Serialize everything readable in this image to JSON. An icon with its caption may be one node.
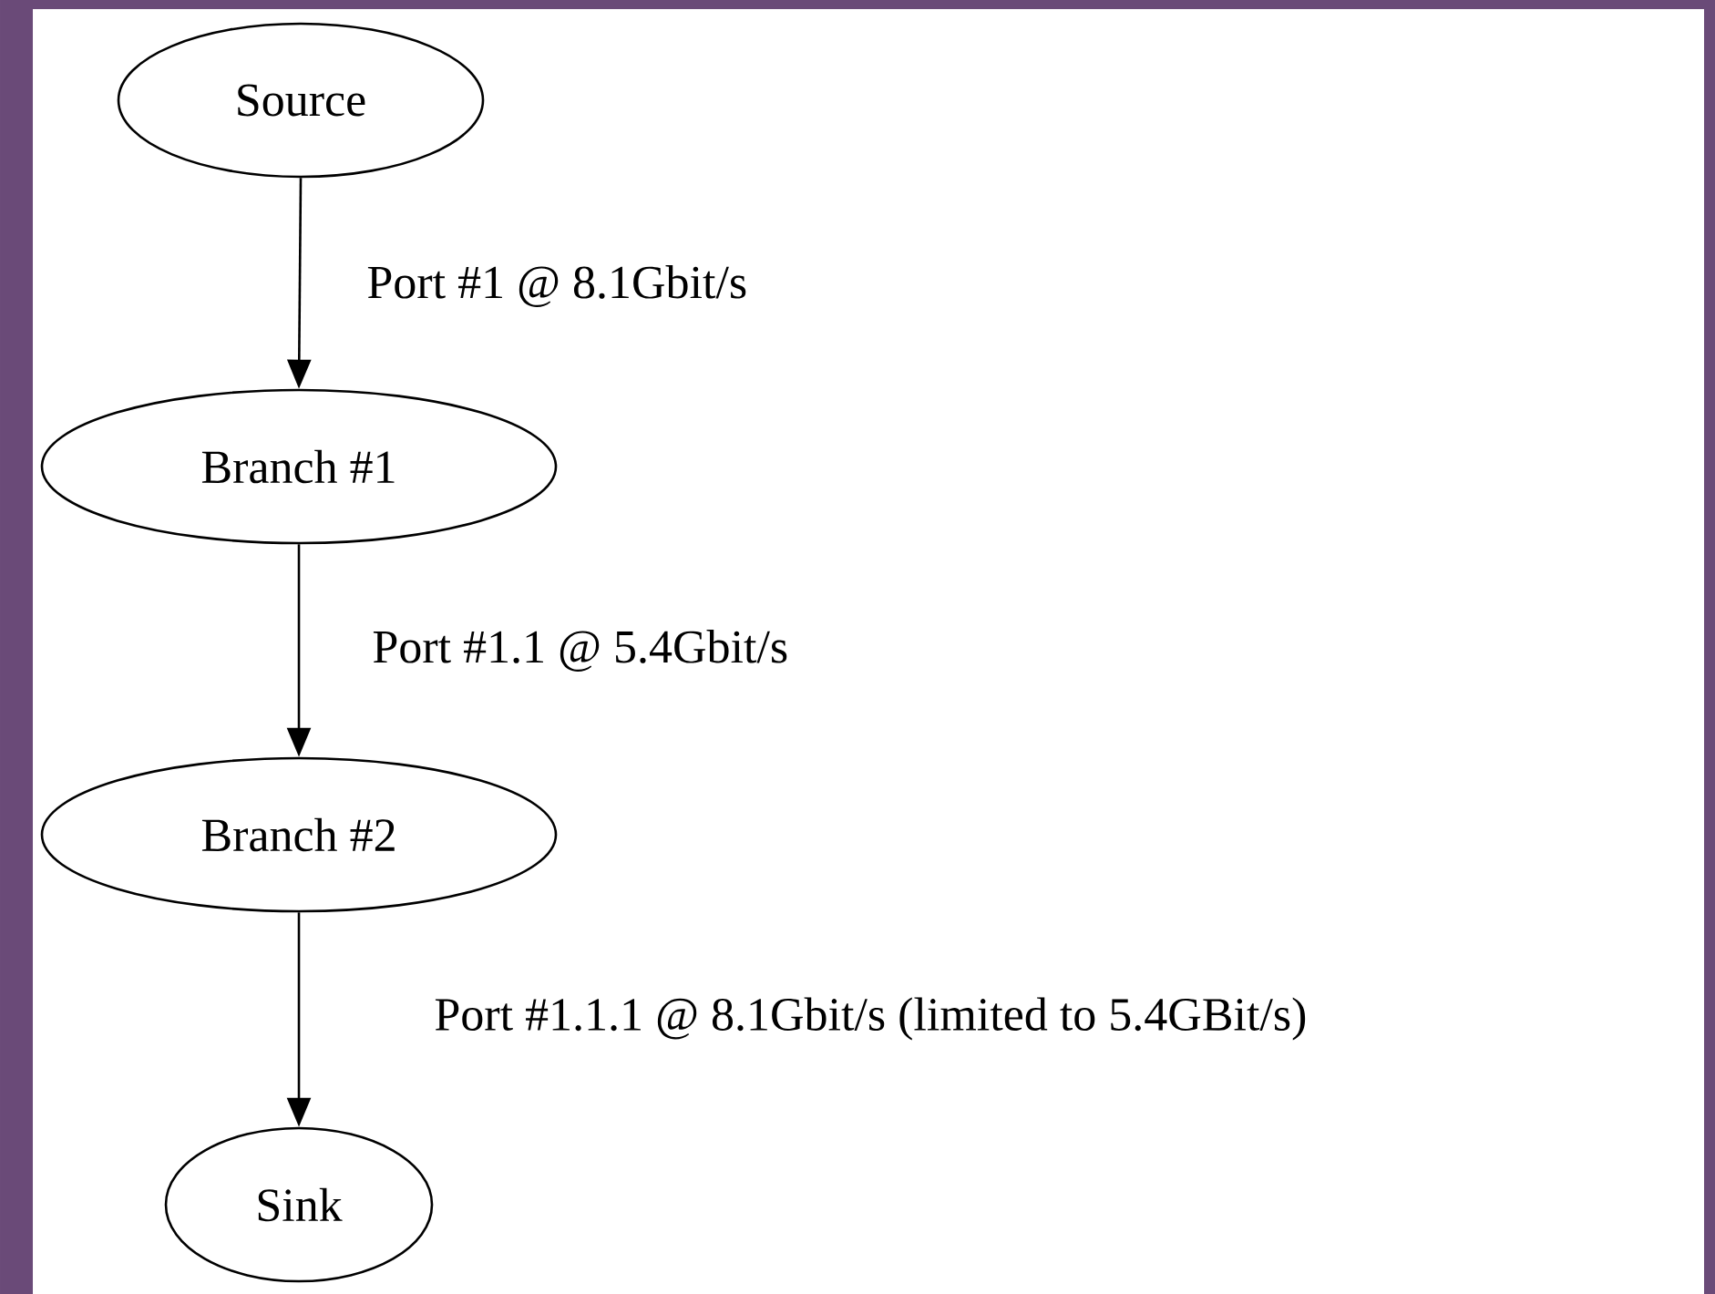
{
  "diagram": {
    "nodes": [
      {
        "text": [
          "Source"
        ]
      },
      {
        "text": [
          "Branch #1"
        ]
      },
      {
        "text": [
          "Branch #2"
        ]
      },
      {
        "text": [
          "Sink"
        ]
      }
    ],
    "edges": [
      {
        "from": 0,
        "to": 1,
        "arrow": "to",
        "label": "Port #1 @ 8.1Gbit/s"
      },
      {
        "from": 1,
        "to": 2,
        "arrow": "to",
        "label": "Port #1.1 @ 5.4Gbit/s"
      },
      {
        "from": 2,
        "to": 3,
        "arrow": "to",
        "label": "Port #1.1.1 @ 8.1Gbit/s (limited to 5.4GBit/s)"
      }
    ]
  }
}
